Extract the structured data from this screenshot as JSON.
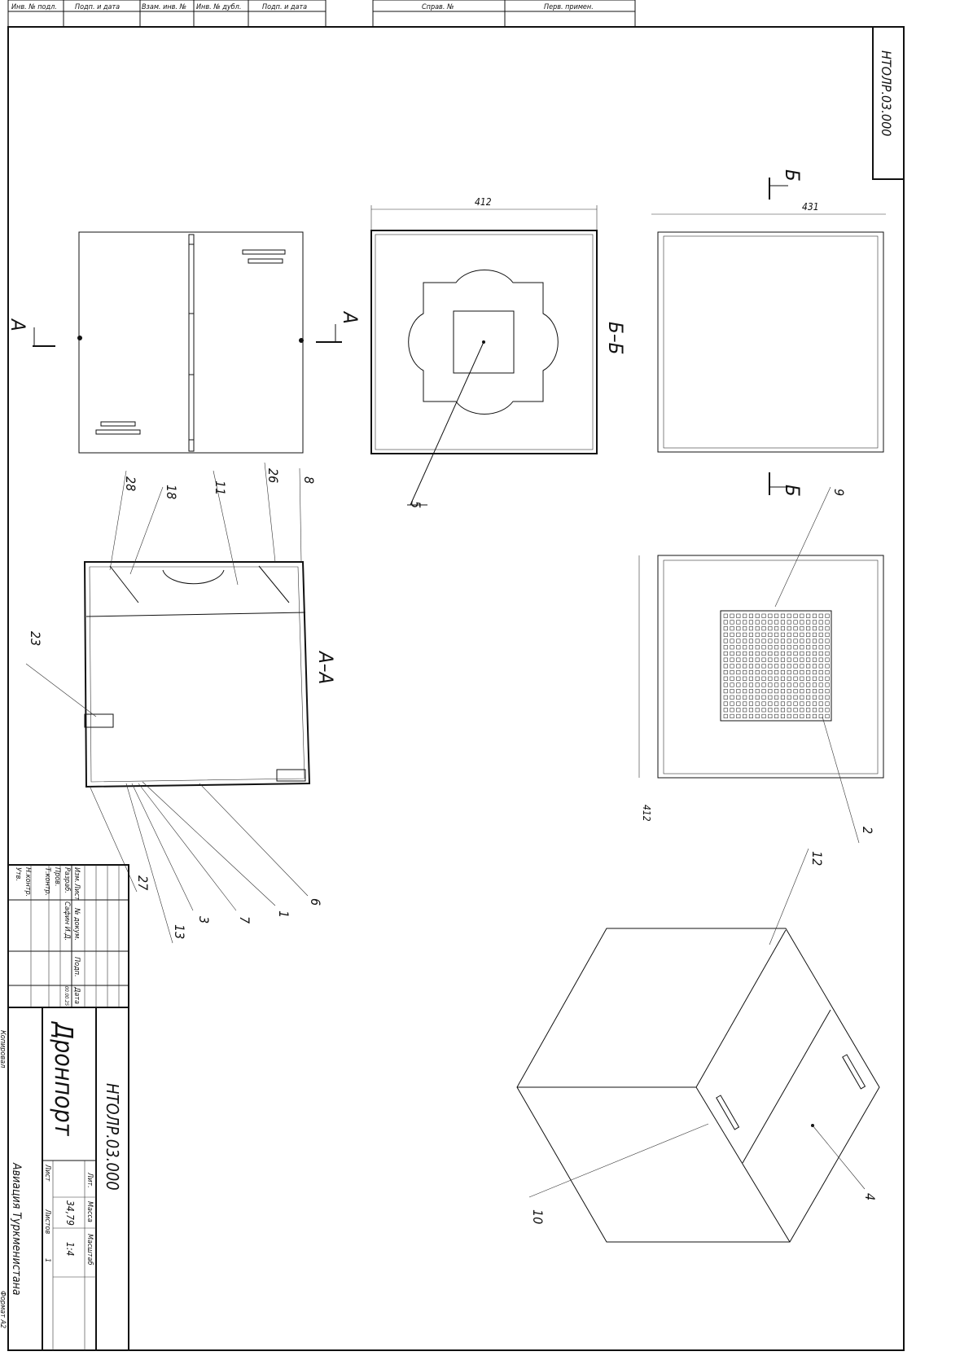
{
  "top_stamp": {
    "cells": [
      "Инв. № подл.",
      "Подп. и дата",
      "Взам. инв. №",
      "Инв. № дубл.",
      "Подп. и дата"
    ],
    "right_cells": [
      "Справ. №",
      "Перв. примен."
    ]
  },
  "document_code": "НТОЛР.03.000",
  "views": {
    "section_bb_label": "Б–Б",
    "section_aa_label": "А–А",
    "cut_a": "А",
    "cut_b": "Б",
    "dims": {
      "bb_width": "412",
      "top_width": "431",
      "side_height": "412"
    }
  },
  "callouts": [
    "28",
    "18",
    "11",
    "26",
    "8",
    "23",
    "27",
    "13",
    "3",
    "7",
    "1",
    "6",
    "5",
    "9",
    "2",
    "12",
    "10",
    "4"
  ],
  "title_block": {
    "headers": [
      "Изм.",
      "Лист",
      "№ докум.",
      "Подп.",
      "Дата"
    ],
    "roles": [
      "Разраб.",
      "Пров.",
      "Т.контр.",
      "Н.контр.",
      "Утв."
    ],
    "developer": "Сафин И.Д.",
    "date": "00.00.25",
    "title": "Дронпорт",
    "code": "НТОЛР.03.000",
    "lit_label": "Лит.",
    "mass_label": "Масса",
    "scale_label": "Масштаб",
    "mass": "34,79",
    "scale": "1:4",
    "sheet_label": "Лист",
    "sheets_label": "Листов",
    "sheets": "1",
    "organization": "Авиация Туркменистана",
    "copied": "Копировал",
    "format": "Формат   A2"
  }
}
